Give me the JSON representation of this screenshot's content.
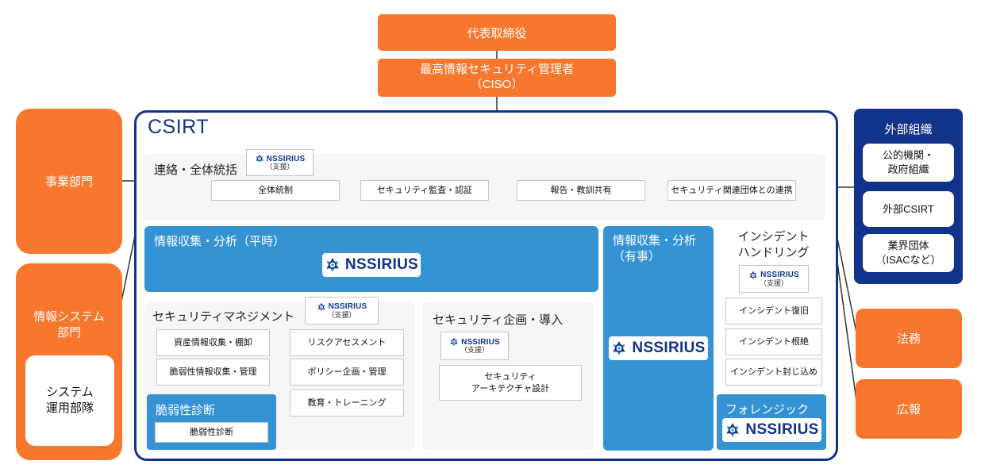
{
  "executive": {
    "ceo": "代表取締役",
    "ciso_line1": "最高情報セキュリティ管理者",
    "ciso_line2": "（CISO）"
  },
  "left_units": {
    "business": "事業部門",
    "infosys_line1": "情報システム",
    "infosys_line2": "部門",
    "ops_line1": "システム",
    "ops_line2": "運用部隊"
  },
  "external": {
    "title": "外部組織",
    "items": [
      "公的機関・\n政府組織",
      "外部CSIRT",
      "業界団体\n（ISACなど）"
    ]
  },
  "right_units": {
    "legal": "法務",
    "pr": "広報"
  },
  "csirt": {
    "title": "CSIRT",
    "brand": "NSSIRIUS",
    "support": "（支援）",
    "coordination": {
      "title": "連絡・全体統括",
      "tasks": [
        "全体統制",
        "セキュリティ監査・認証",
        "報告・教訓共有",
        "セキュリティ関連団体との連携"
      ]
    },
    "intel_normal": {
      "title": "情報収集・分析（平時）"
    },
    "security_mgmt": {
      "title": "セキュリティマネジメント",
      "tasks_left": [
        "資産情報収集・棚卸",
        "脆弱性情報収集・管理"
      ],
      "tasks_right": [
        "リスクアセスメント",
        "ポリシー企画・管理",
        "教育・トレーニング"
      ]
    },
    "vuln_diag": {
      "title": "脆弱性診断",
      "task": "脆弱性診断"
    },
    "planning": {
      "title": "セキュリティ企画・導入",
      "task_line1": "セキュリティ",
      "task_line2": "アーキテクチャ設計"
    },
    "intel_incident": {
      "title_line1": "情報収集・分析",
      "title_line2": "（有事）"
    },
    "incident": {
      "title_line1": "インシデント",
      "title_line2": "ハンドリング",
      "tasks": [
        "インシデント復旧",
        "インシデント根絶",
        "インシデント封じ込め"
      ]
    },
    "forensics": {
      "title": "フォレンジック"
    }
  },
  "colors": {
    "orange": "#f6772d",
    "navy": "#12338a",
    "blue": "#3593d3",
    "gray": "#f6f6f6"
  }
}
